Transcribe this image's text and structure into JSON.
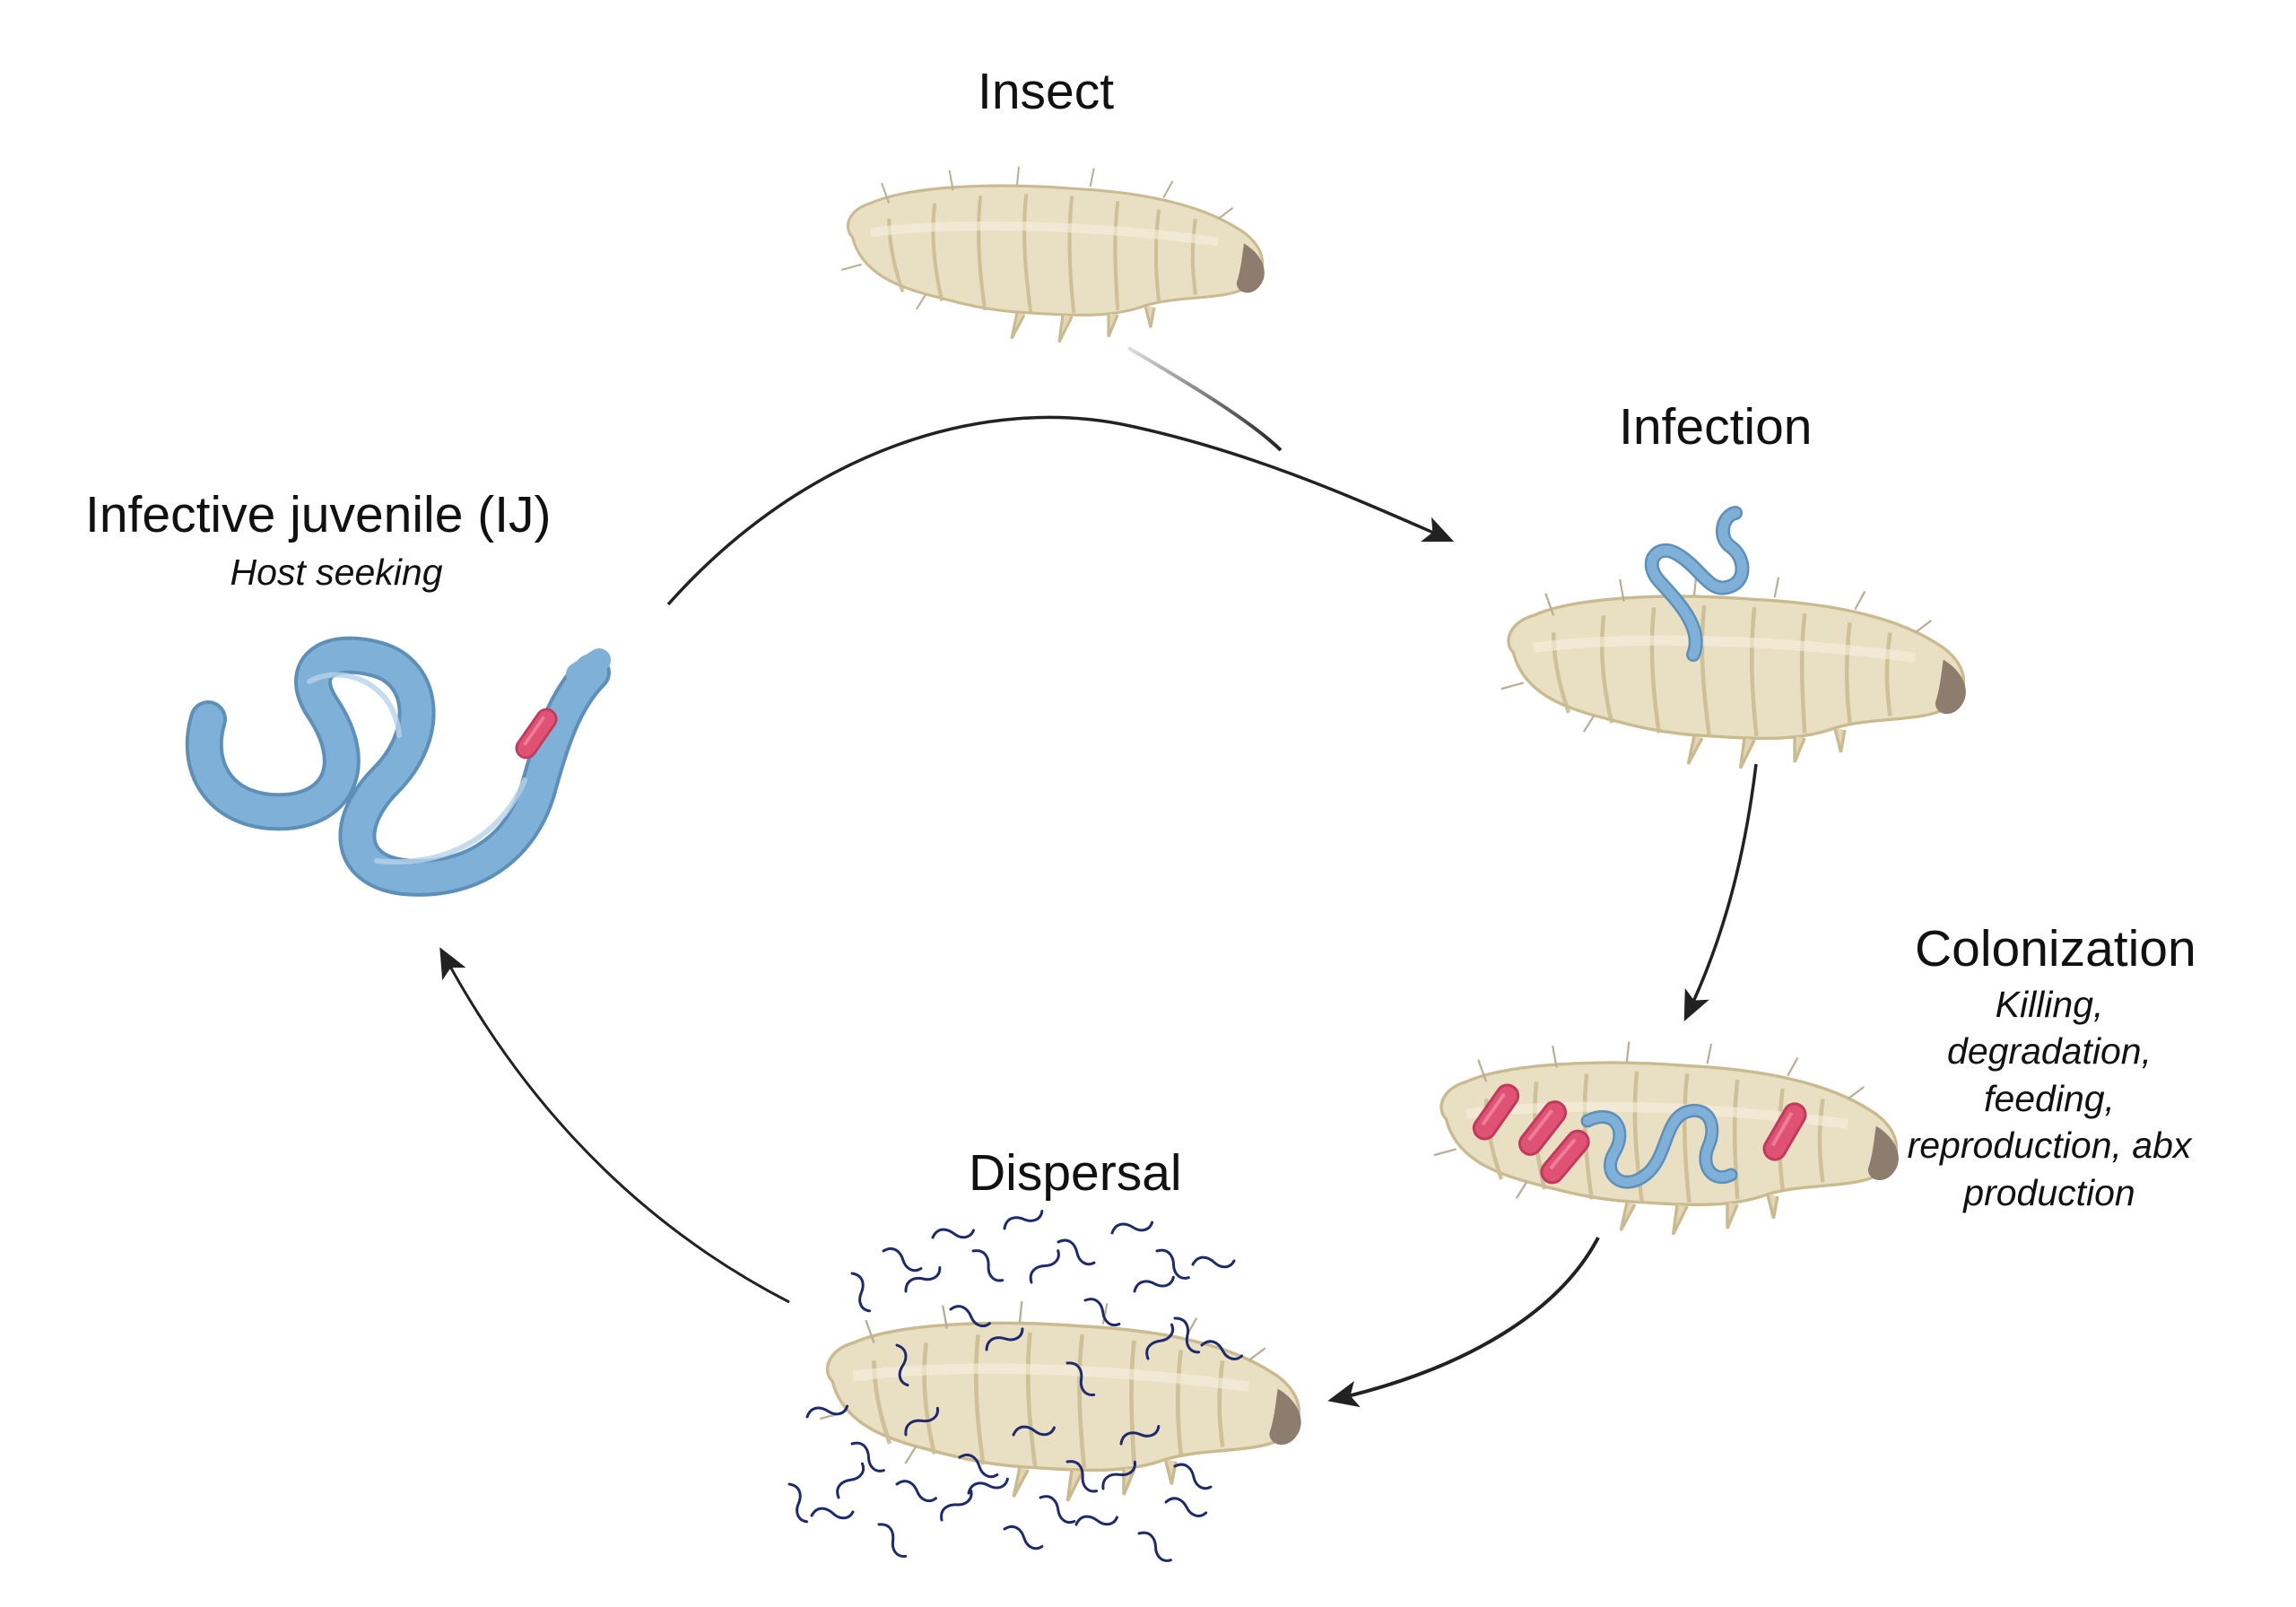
{
  "diagram": {
    "stages": {
      "insect": {
        "title": "Insect"
      },
      "infection": {
        "title": "Infection"
      },
      "colonization": {
        "title": "Colonization",
        "details": [
          "Killing,",
          "degradation,",
          "feeding,",
          "reproduction, abx",
          "production"
        ]
      },
      "dispersal": {
        "title": "Dispersal"
      },
      "infective_juvenile": {
        "title": "Infective juvenile (IJ)",
        "subtitle": "Host seeking"
      }
    },
    "colors": {
      "larva_body": "#e9dfc2",
      "larva_shade": "#cbbd92",
      "larva_head": "#8c7d6f",
      "nematode": "#7fb0d8",
      "nematode_outline": "#5d8fb9",
      "bacteria": "#df5274",
      "dispersal_worms": "#1e2a6e",
      "arrow": "#222222"
    },
    "icons": [
      "larva-icon",
      "nematode-icon",
      "bacteria-icon",
      "arrowhead-icon"
    ]
  }
}
